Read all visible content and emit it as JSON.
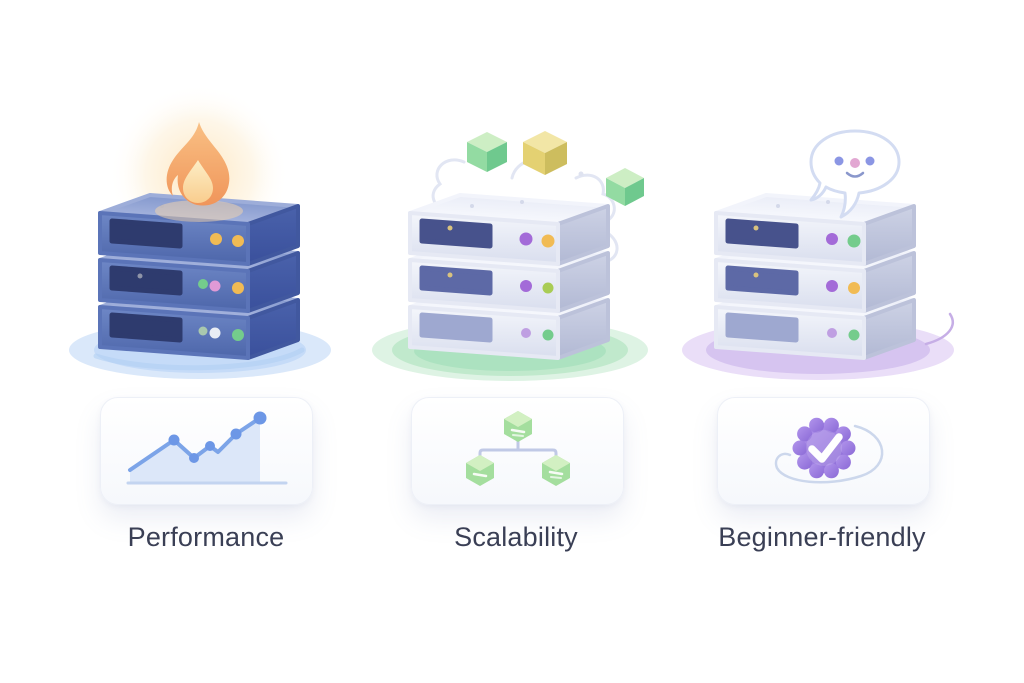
{
  "page": {
    "background_color": "#ffffff",
    "text_color": "#3a3f55"
  },
  "features": [
    {
      "label": "Performance",
      "topper_icon": "flame-icon",
      "server_color": "#5b74b8",
      "glow_shadow_color": "#c5dbf8",
      "card_icon": "line-chart-icon",
      "led_colors": [
        [
          "#f1bb54",
          "#f1bb54"
        ],
        [
          "#74cc8c",
          "#e09ad6",
          "#f1bb54"
        ],
        [
          "#a9c8ae",
          "#e9edf4",
          "#74cc8c"
        ]
      ]
    },
    {
      "label": "Scalability",
      "topper_icon": "floating-cubes-icon",
      "server_color": "#e8ebf6",
      "glow_shadow_color": "#ace2c0",
      "card_icon": "node-hierarchy-icon",
      "led_colors": [
        [
          "#a36bd8",
          "#f1bb54"
        ],
        [
          "#a36bd8",
          "#a9cc55"
        ],
        [
          "#bf9fe2",
          "#74cc8c"
        ]
      ]
    },
    {
      "label": "Beginner-friendly",
      "topper_icon": "chat-bubble-icon",
      "server_color": "#e8ebf6",
      "glow_shadow_color": "#d6c4f0",
      "card_icon": "verified-badge-icon",
      "led_colors": [
        [
          "#a36bd8",
          "#74cc8c"
        ],
        [
          "#a36bd8",
          "#f1bb54"
        ],
        [
          "#bf9fe2",
          "#74cc8c"
        ]
      ]
    }
  ]
}
